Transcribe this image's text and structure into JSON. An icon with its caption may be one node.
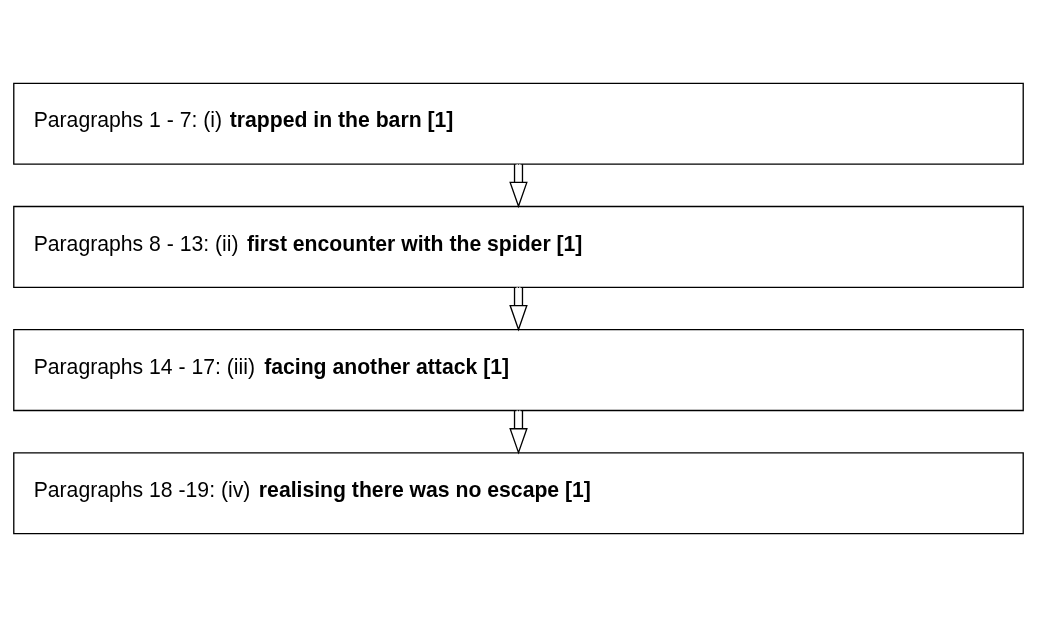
{
  "diagram": {
    "nodes": [
      {
        "text": [
          "Paragraphs 1 - 7: (i) **trapped in the barn [1]**"
        ]
      },
      {
        "text": [
          "Paragraphs 8 - 13: (ii) **first encounter with the spider [1]**"
        ]
      },
      {
        "text": [
          "Paragraphs 14 - 17: (iii) **facing another attack [1]**"
        ]
      },
      {
        "text": [
          "Paragraphs 18 -19: (iv) **realising there was no escape [1]**"
        ]
      }
    ],
    "edges": [
      {
        "from": 0,
        "to": 1,
        "arrow": "to"
      },
      {
        "from": 1,
        "to": 2,
        "arrow": "to"
      },
      {
        "from": 2,
        "to": 3,
        "arrow": "to"
      }
    ]
  }
}
